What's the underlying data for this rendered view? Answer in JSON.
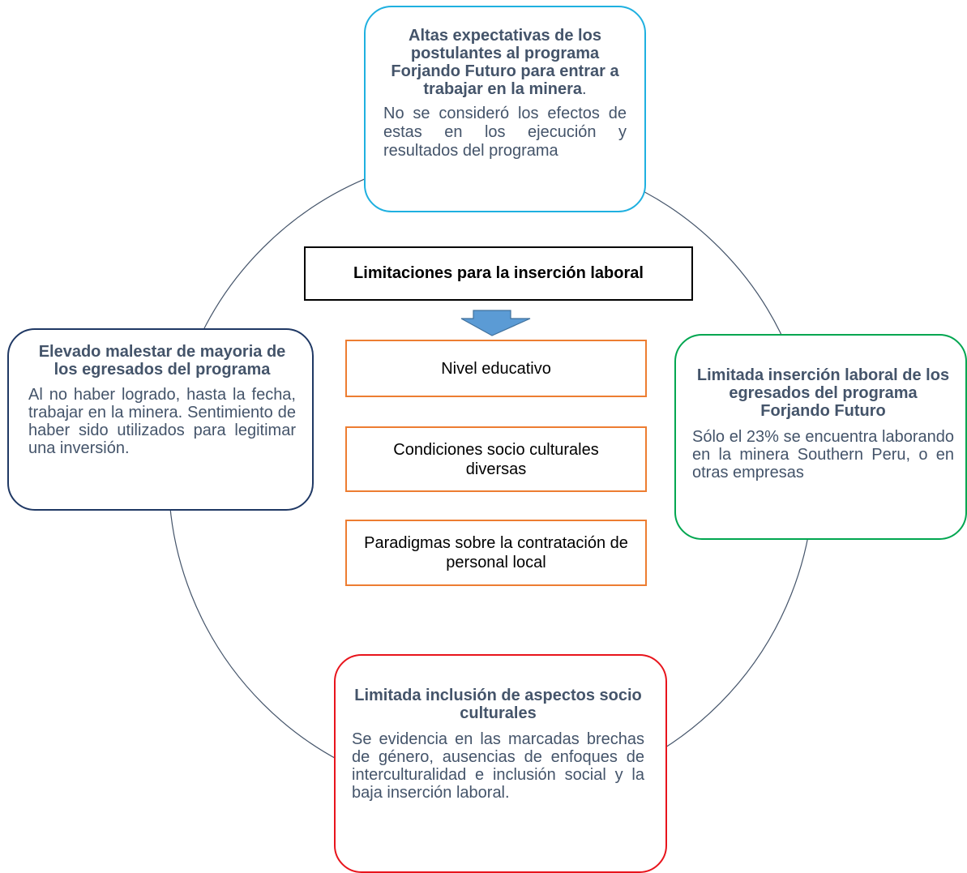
{
  "center": {
    "title": "Limitaciones para la inserción laboral"
  },
  "factors": [
    {
      "label": "Nivel educativo"
    },
    {
      "label": "Condiciones socio culturales diversas"
    },
    {
      "label": "Paradigmas sobre la contratación de personal local"
    }
  ],
  "cards": {
    "top": {
      "title": "Altas expectativas de los postulantes al programa Forjando Futuro para entrar a trabajar en la minera",
      "title_suffix": ".",
      "text": "No se consideró los efectos de estas en los ejecución y resultados del programa",
      "border_color": "#1fb0e0"
    },
    "left": {
      "title": "Elevado malestar de mayoria de los egresados del programa",
      "text": "Al no haber logrado, hasta la fecha, trabajar en la minera. Sentimiento de haber sido utilizados para legitimar una inversión.",
      "border_color": "#1f3864"
    },
    "right": {
      "title": "Limitada inserción laboral de los egresados del programa Forjando Futuro",
      "text": "Sólo el 23% se encuentra laborando en la minera Southern Peru, o en otras empresas",
      "border_color": "#00a650"
    },
    "bottom": {
      "title": "Limitada inclusión de aspectos socio culturales",
      "text": "Se evidencia en las marcadas brechas de género, ausencias de enfoques de interculturalidad e inclusión social y la baja inserción laboral.",
      "border_color": "#e8141c"
    }
  },
  "colors": {
    "ring": "#44546a",
    "factor_border": "#ed7d31",
    "arrow_fill": "#5b9bd5",
    "arrow_stroke": "#41719c"
  }
}
